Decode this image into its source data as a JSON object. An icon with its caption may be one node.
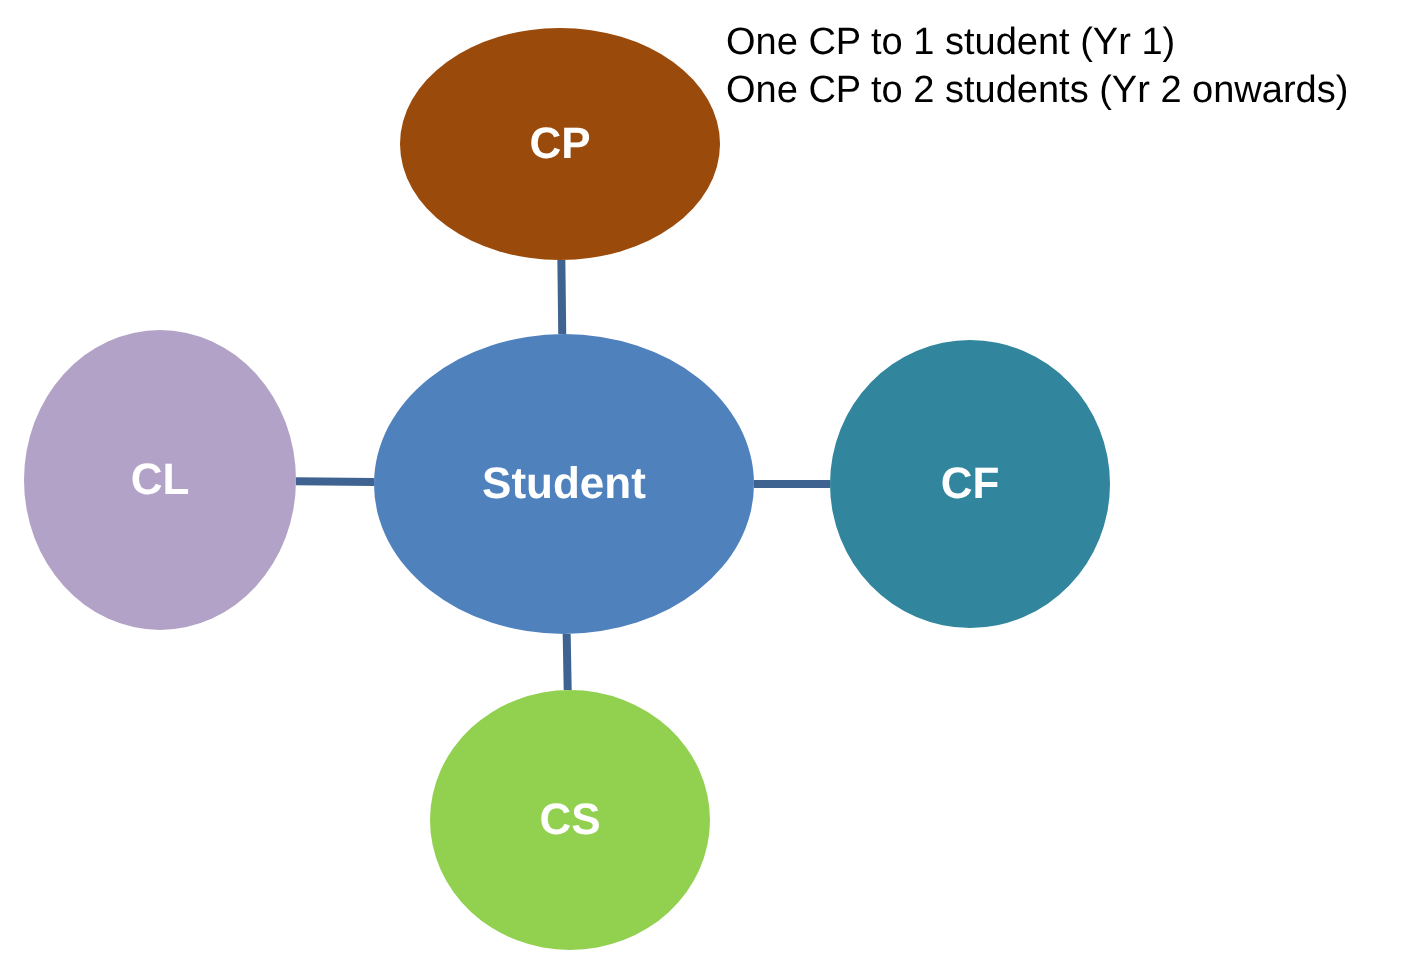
{
  "diagram": {
    "nodes": [
      {
        "text": [
          "CP"
        ],
        "beside": [
          "One CP to 1 student (Yr 1)",
          "One CP to 2 students (Yr 2 onwards)"
        ]
      },
      {
        "text": [
          "CL"
        ]
      },
      {
        "text": [
          "Student"
        ]
      },
      {
        "text": [
          "CF"
        ]
      },
      {
        "text": [
          "CS"
        ]
      }
    ],
    "edges": [
      {
        "from": 2,
        "to": 0,
        "arrow": "none"
      },
      {
        "from": 2,
        "to": 1,
        "arrow": "none"
      },
      {
        "from": 2,
        "to": 3,
        "arrow": "none"
      },
      {
        "from": 2,
        "to": 4,
        "arrow": "none"
      }
    ]
  }
}
